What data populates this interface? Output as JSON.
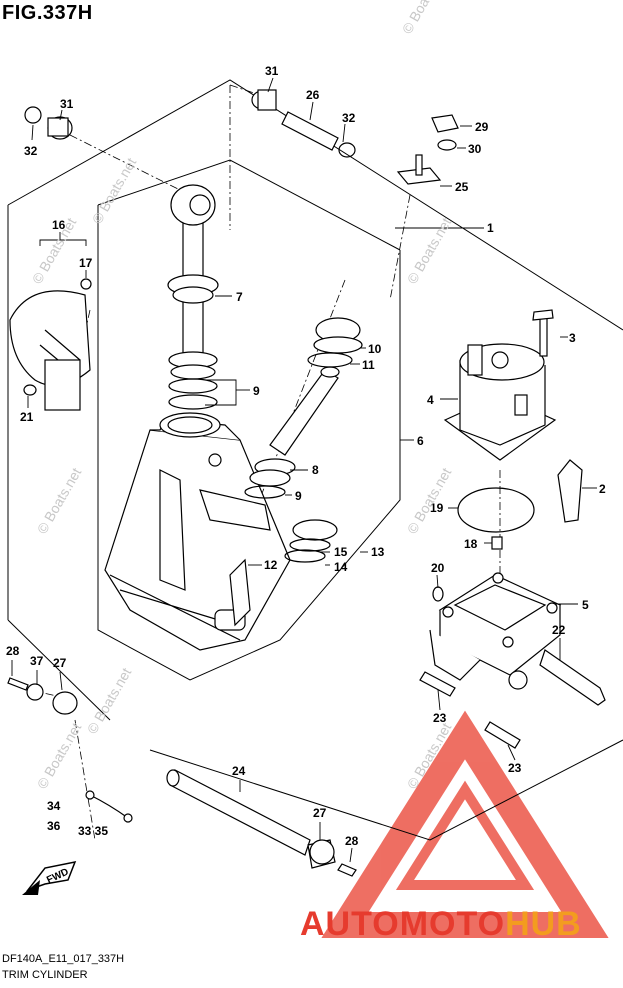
{
  "figure": {
    "title": "FIG.337H",
    "model_code": "DF140A_E11_017_337H",
    "caption": "TRIM CYLINDER"
  },
  "parts": [
    {
      "no": "1"
    },
    {
      "no": "2"
    },
    {
      "no": "3"
    },
    {
      "no": "4"
    },
    {
      "no": "5"
    },
    {
      "no": "6"
    },
    {
      "no": "7"
    },
    {
      "no": "8"
    },
    {
      "no": "9"
    },
    {
      "no": "9"
    },
    {
      "no": "10"
    },
    {
      "no": "11"
    },
    {
      "no": "12"
    },
    {
      "no": "13"
    },
    {
      "no": "14"
    },
    {
      "no": "15"
    },
    {
      "no": "16"
    },
    {
      "no": "17"
    },
    {
      "no": "18"
    },
    {
      "no": "19"
    },
    {
      "no": "20"
    },
    {
      "no": "21"
    },
    {
      "no": "22"
    },
    {
      "no": "23"
    },
    {
      "no": "23"
    },
    {
      "no": "24"
    },
    {
      "no": "25"
    },
    {
      "no": "26"
    },
    {
      "no": "27"
    },
    {
      "no": "27"
    },
    {
      "no": "28"
    },
    {
      "no": "28"
    },
    {
      "no": "29"
    },
    {
      "no": "30"
    },
    {
      "no": "31"
    },
    {
      "no": "31"
    },
    {
      "no": "32"
    },
    {
      "no": "32"
    },
    {
      "no": "33 35"
    },
    {
      "no": "34"
    },
    {
      "no": "36"
    },
    {
      "no": "37"
    }
  ],
  "watermark": {
    "text": "© Boats.net"
  },
  "direction_label": "FWD",
  "brand": {
    "part1": "AUTOMOTO",
    "part2": "HUB",
    "color1": "#e63b2e",
    "color2": "#f39c1f"
  }
}
